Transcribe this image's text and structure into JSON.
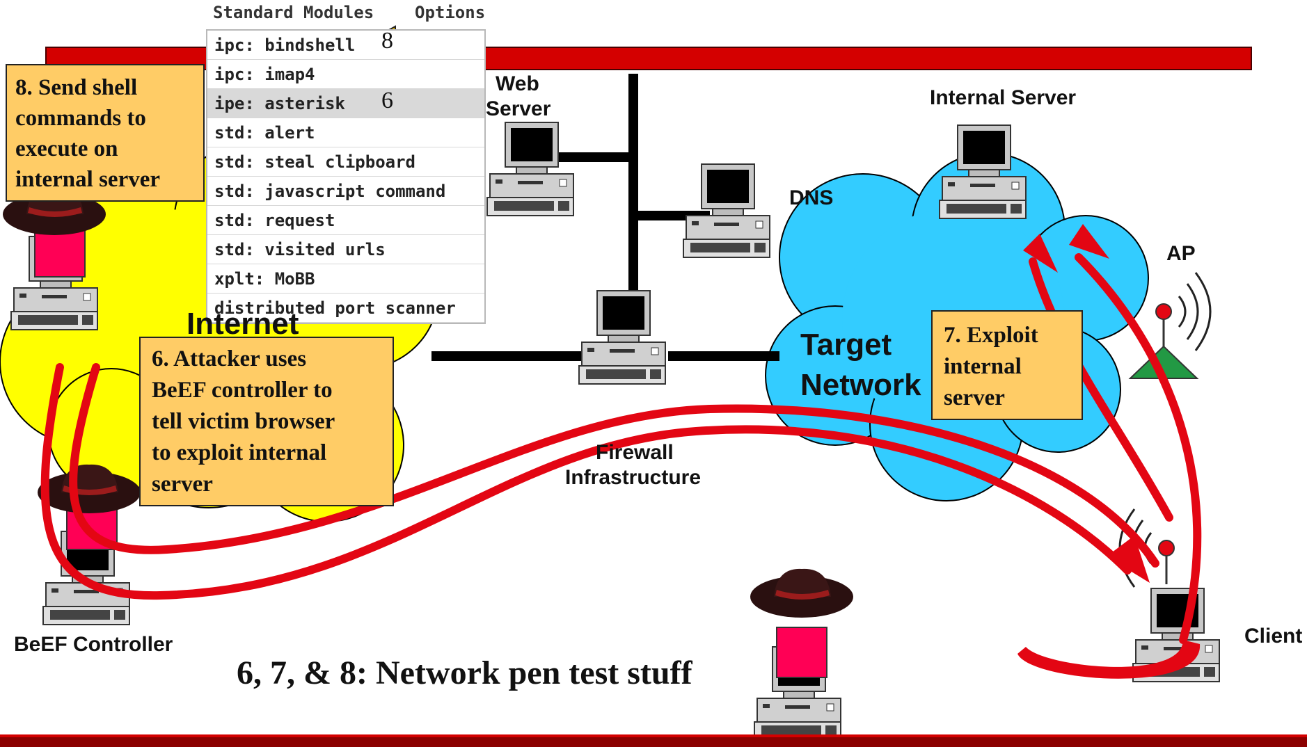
{
  "menu": {
    "tabs": [
      "Standard Modules",
      "Options"
    ],
    "items": [
      "ipc: bindshell",
      "ipc: imap4",
      "ipe: asterisk",
      "std: alert",
      "std: steal clipboard",
      "std: javascript command",
      "std: request",
      "std: visited urls",
      "xplt: MoBB",
      "distributed port scanner"
    ],
    "selected_index": 2
  },
  "arrows": {
    "bindshell_step": "8",
    "asterisk_step": "6"
  },
  "boxes": {
    "step8": [
      "8. Send shell",
      "commands to",
      "execute on",
      "internal server"
    ],
    "step6": [
      "6. Attacker uses",
      "BeEF controller to",
      "tell victim browser",
      "to exploit internal",
      "server"
    ],
    "step7": [
      "7. Exploit",
      "internal",
      "server"
    ]
  },
  "labels": {
    "web_server": [
      "Web",
      "Server"
    ],
    "internal_server": "Internal Server",
    "dns": "DNS",
    "ap": "AP",
    "target_network": [
      "Target",
      "Network"
    ],
    "internet": "Internet",
    "firewall": [
      "Firewall",
      "Infrastructure"
    ],
    "beef_controller": "BeEF Controller",
    "client": "Client"
  },
  "caption": "6, 7, & 8: Network pen test stuff",
  "colors": {
    "accent_red": "#e30613",
    "banner_red": "#d40000",
    "box_fill": "#ffcc66",
    "arrow_fill": "#ffcc00",
    "internet_cloud": "#ffff00",
    "target_cloud": "#33ccff",
    "hat": "#2a1010"
  }
}
